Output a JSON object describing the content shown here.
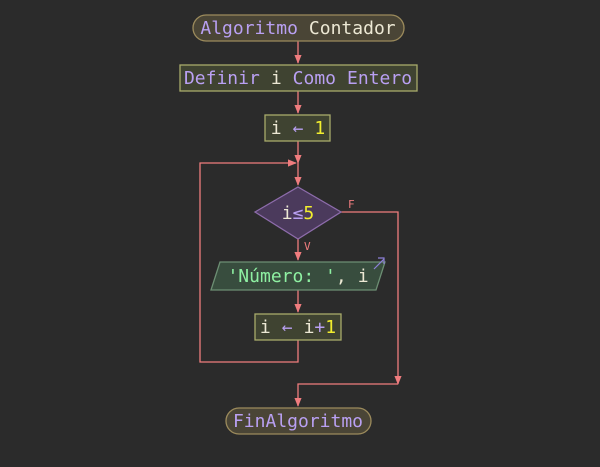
{
  "colors": {
    "background": "#2b2b2b",
    "edge": "#ef7c7e",
    "terminal_fill": "#4a4536",
    "terminal_stroke": "#9c8b5c",
    "process_fill": "#3f4331",
    "process_stroke": "#a8ab6a",
    "decision_fill": "#4b3a5c",
    "decision_stroke": "#8d6cab",
    "io_fill": "#384d3e",
    "io_stroke": "#6c8e73",
    "keyword": "#b9a0f2",
    "identifier": "#ece8d4",
    "number": "#f2ee2e",
    "string": "#8ef0a2"
  },
  "diagram": {
    "start": {
      "keyword": "Algoritmo",
      "name": "Contador"
    },
    "define": {
      "kw1": "Definir",
      "var": "i",
      "kw2": "Como",
      "kw3": "Entero"
    },
    "assign": {
      "var": "i",
      "arrow": "←",
      "value": "1"
    },
    "decision": {
      "var": "i",
      "op": "≤",
      "value": "5",
      "false_label": "F",
      "true_label": "V"
    },
    "output": {
      "string": "'Número: '",
      "sep": ",",
      "var": "i",
      "icon": "output-arrow-icon"
    },
    "increment": {
      "var": "i",
      "arrow": "←",
      "var2": "i",
      "op": "+",
      "value": "1"
    },
    "end": {
      "keyword": "FinAlgoritmo"
    }
  }
}
